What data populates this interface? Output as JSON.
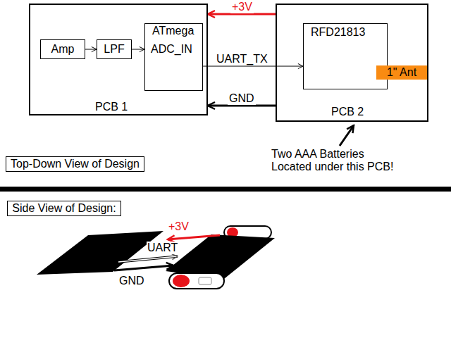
{
  "diagram": {
    "nodes": [
      {
        "text": [
          "PCB 1"
        ]
      },
      {
        "text": [
          "Amp"
        ],
        "in": 0
      },
      {
        "text": [
          "LPF"
        ],
        "in": 0
      },
      {
        "text": [
          "ATmega",
          "ADC_IN"
        ],
        "in": 0
      },
      {
        "text": [
          "PCB 2"
        ]
      },
      {
        "text": [
          "RFD21813"
        ],
        "in": 4
      },
      {
        "text": [
          "1\" Ant"
        ],
        "in": 4
      },
      {
        "text": [
          "Top-Down View of Design"
        ]
      },
      {
        "text": [
          "Side View of Design:"
        ]
      }
    ],
    "edges": [
      {
        "from": 1,
        "to": 2,
        "arrow": "to"
      },
      {
        "from": 2,
        "to": 3,
        "arrow": "to"
      },
      {
        "from": 3,
        "to": 5,
        "label": "UART_TX",
        "arrow": "to"
      },
      {
        "from": 4,
        "to": 0,
        "label": "+3V",
        "arrow": "to"
      },
      {
        "from": 4,
        "to": 0,
        "label": "GND",
        "arrow": "to"
      }
    ],
    "labels": [
      "Two AAA Batteries Located under this PCB!",
      "+3V",
      "UART",
      "GND"
    ]
  }
}
